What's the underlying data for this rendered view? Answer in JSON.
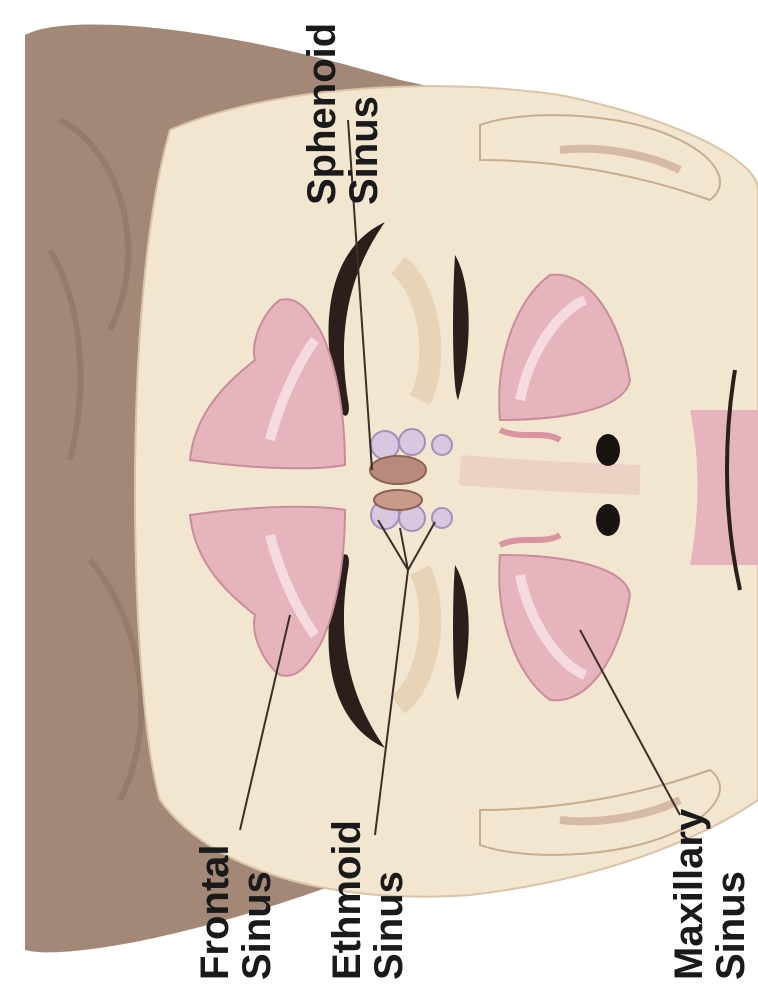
{
  "diagram": {
    "labels": {
      "frontal": {
        "line1": "Frontal",
        "line2": "Sinus"
      },
      "ethmoid": {
        "line1": "Ethmoid",
        "line2": "Sinus"
      },
      "sphenoid": {
        "line1": "Sphenoid",
        "line2": "Sinus"
      },
      "maxillary": {
        "line1": "Maxillary",
        "line2": "Sinus"
      }
    },
    "colors": {
      "skin": "#f3e6d0",
      "hair": "#a38878",
      "sinus": "#e6b4bd",
      "sinus_dark": "#d9949f",
      "ethmoid_cells": "#d7c7e0",
      "sphenoid_cells": "#b88a7c",
      "outline": "#2a1f1a"
    }
  }
}
